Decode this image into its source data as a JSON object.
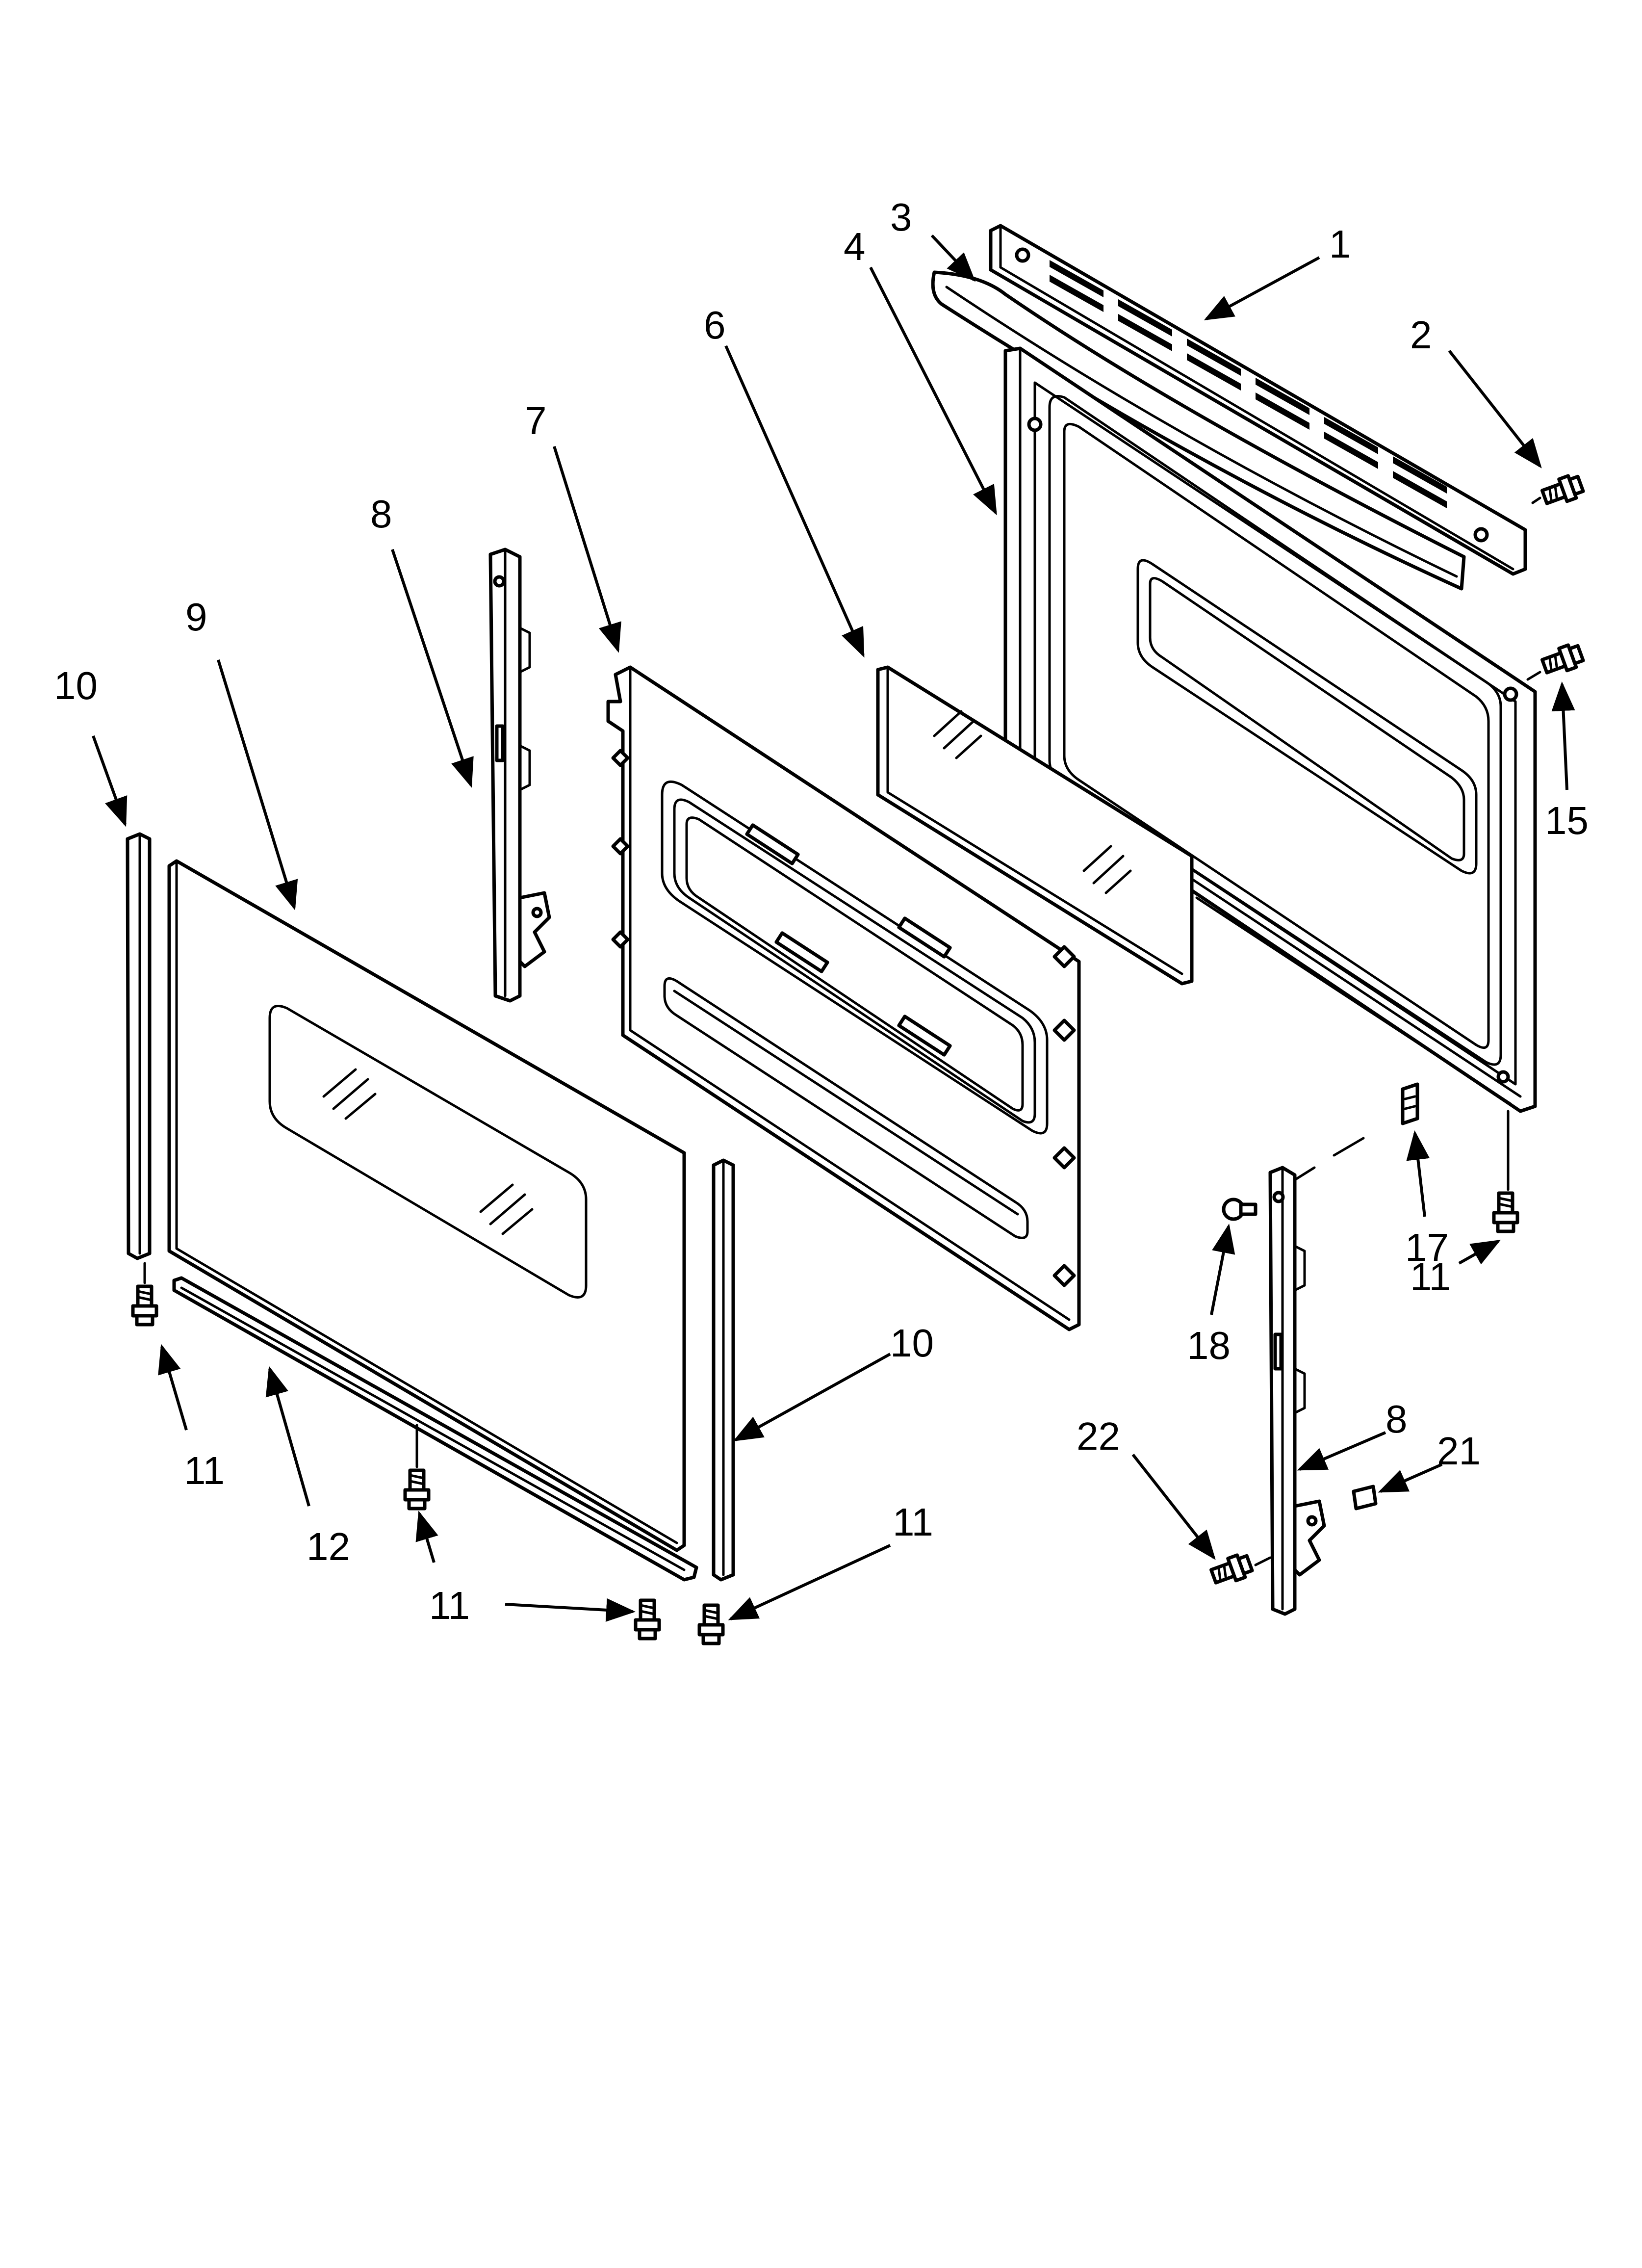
{
  "diagram": {
    "type": "exploded-parts-diagram",
    "callouts": {
      "c1": "1",
      "c2": "2",
      "c3": "3",
      "c4": "4",
      "c6": "6",
      "c7": "7",
      "c8a": "8",
      "c8b": "8",
      "c9": "9",
      "c10a": "10",
      "c10b": "10",
      "c11a": "11",
      "c11b": "11",
      "c11c": "11",
      "c11d": "11",
      "c12": "12",
      "c15": "15",
      "c17": "17",
      "c18": "18",
      "c21": "21",
      "c22": "22"
    }
  }
}
